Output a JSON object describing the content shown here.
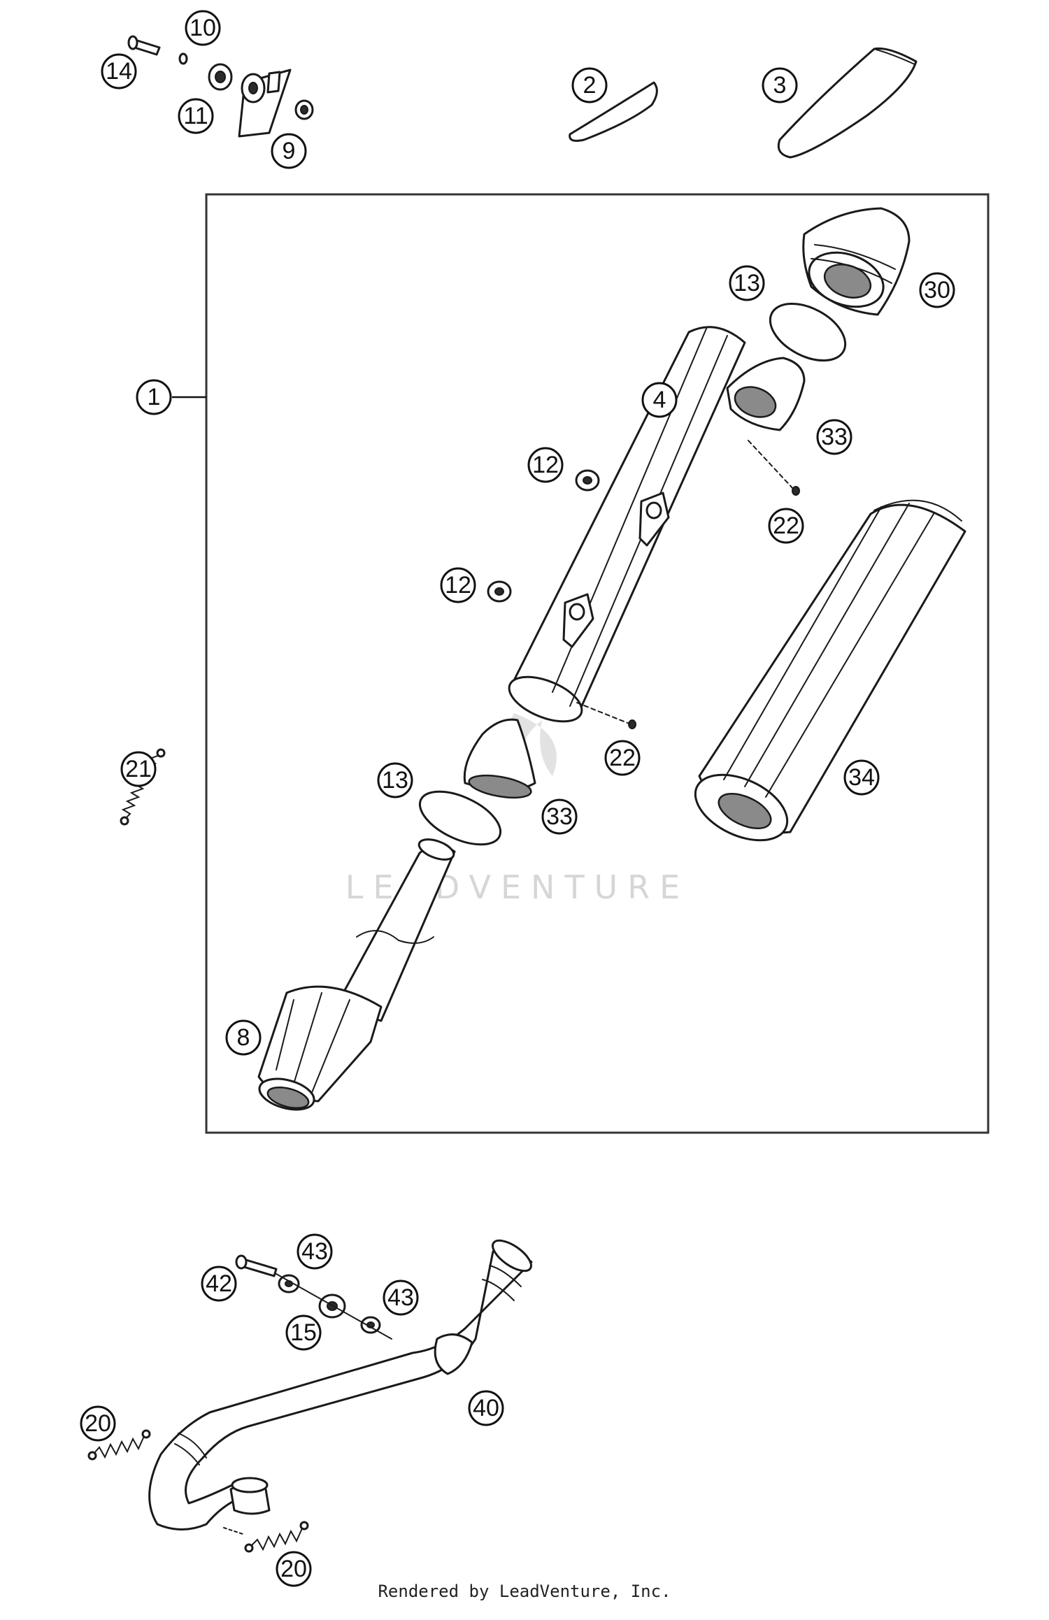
{
  "diagram": {
    "callouts": {
      "c14": "14",
      "c10": "10",
      "c11": "11",
      "c9": "9",
      "c2": "2",
      "c3": "3",
      "c13a": "13",
      "c30": "30",
      "c1": "1",
      "c4": "4",
      "c33a": "33",
      "c12a": "12",
      "c22a": "22",
      "c12b": "12",
      "c21": "21",
      "c22b": "22",
      "c34": "34",
      "c13b": "13",
      "c33b": "33",
      "c8": "8",
      "c43a": "43",
      "c42": "42",
      "c43b": "43",
      "c15": "15",
      "c40": "40",
      "c20a": "20",
      "c20b": "20"
    },
    "watermark": "LEADVENTURE",
    "footer": "Rendered by LeadVenture, Inc."
  }
}
